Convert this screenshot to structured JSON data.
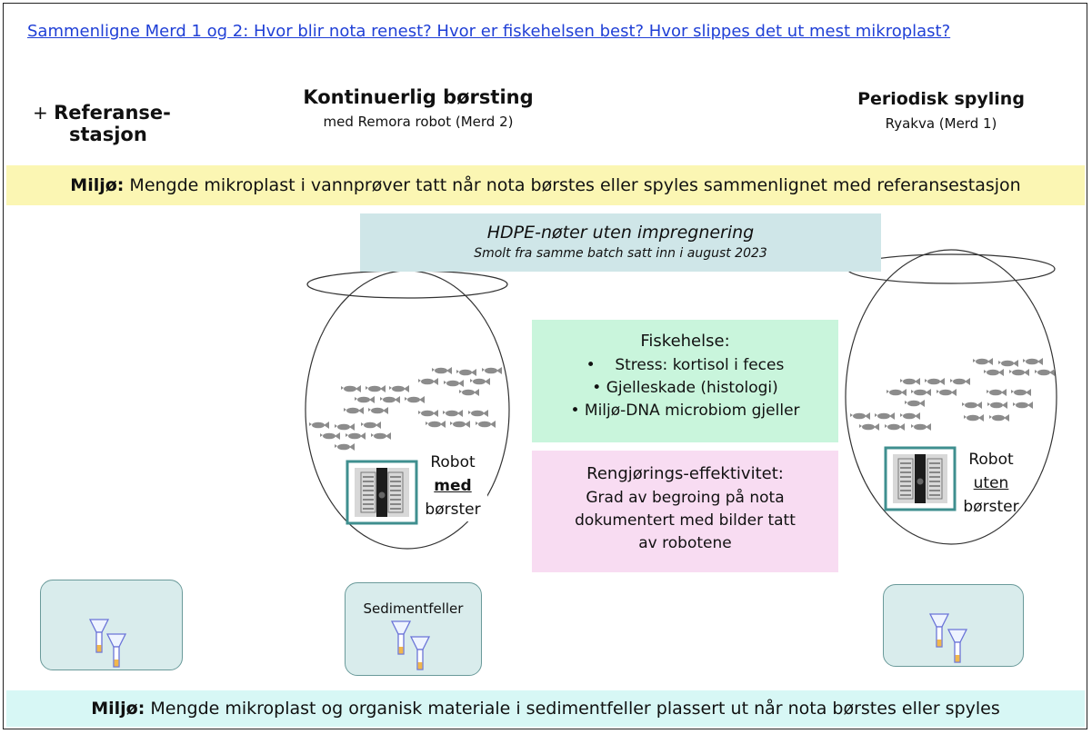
{
  "title": "Sammenligne Merd 1 og 2: Hvor blir nota renest? Hvor er fiskehelsen best? Hvor slippes det ut mest mikroplast?",
  "reference": {
    "plus": "+",
    "line1": "Referanse-",
    "line2": "stasjon"
  },
  "merd2": {
    "heading": "Kontinuerlig børsting",
    "sub": "med Remora robot (Merd 2)"
  },
  "merd1": {
    "heading": "Periodisk spyling",
    "sub": "Ryakva (Merd 1)"
  },
  "top_band": {
    "label": "Miljø:",
    "text": " Mengde mikroplast i vannprøver tatt når nota børstes eller spyles sammenlignet med referansestasjon"
  },
  "hdpe": {
    "title": "HDPE-nøter uten impregnering",
    "sub": "Smolt fra samme batch satt inn i august 2023"
  },
  "fish_health": {
    "title": "Fiskehelse:",
    "items": [
      "Stress: kortisol i feces",
      "Gjelleskade (histologi)",
      "Miljø-DNA microbiom gjeller"
    ]
  },
  "cleaning": {
    "title": "Rengjørings-effektivitet:",
    "lines": [
      "Grad av begroing på nota",
      "dokumentert med bilder tatt",
      "av robotene"
    ]
  },
  "robot_left": {
    "line1": "Robot",
    "line2": "med",
    "line3": "børster"
  },
  "robot_right": {
    "line1": "Robot",
    "line2": "uten",
    "line3": "børster"
  },
  "sediment_label": "Sedimentfeller",
  "bottom_band": {
    "label": "Miljø:",
    "text": " Mengde mikroplast og organisk materiale i sedimentfeller plassert ut når nota børstes eller spyles"
  },
  "colors": {
    "link": "#1f3fd6",
    "yellow_band": "#fbf6b3",
    "cyan_band": "#d7f7f5",
    "hdpe_box": "#cfe6e8",
    "fish_box": "#c9f5dc",
    "clean_box": "#f8dcf2",
    "robot_frame": "#3f8f8f"
  }
}
